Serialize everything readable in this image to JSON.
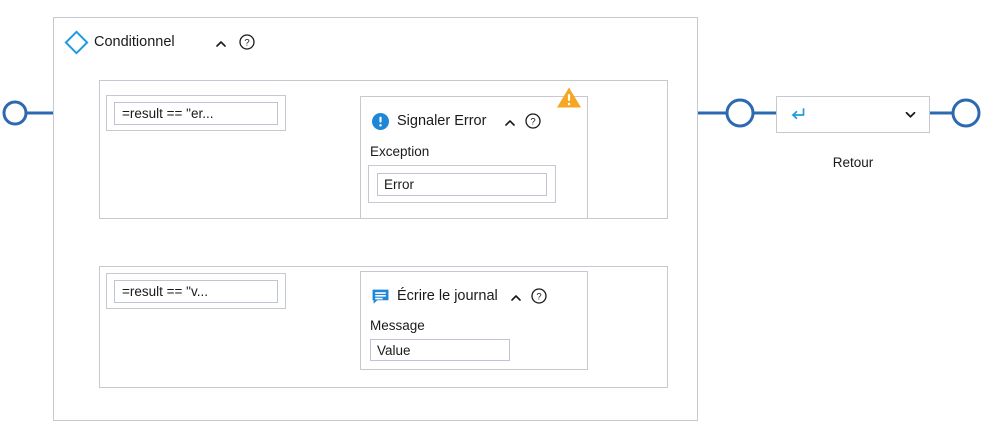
{
  "scope": {
    "icon": "diamond-icon",
    "title": "Conditionnel",
    "collapse_icon": "chevron-up-icon",
    "help_icon": "help-circle-icon"
  },
  "branches": [
    {
      "condition": {
        "value": "=result == \"er...",
        "placeholder": "=result == \"er..."
      },
      "activity": {
        "icon": "error-circle-icon",
        "title": "Signaler Error",
        "collapse_icon": "chevron-up-icon",
        "help_icon": "help-circle-icon",
        "warning_icon": "warning-triangle-icon",
        "field_label": "Exception",
        "field_value": "Error",
        "field_placeholder": "Error"
      }
    },
    {
      "condition": {
        "value": "=result == \"v...",
        "placeholder": "=result == \"v..."
      },
      "activity": {
        "icon": "message-bubble-icon",
        "title": "Écrire le journal",
        "collapse_icon": "chevron-up-icon",
        "help_icon": "help-circle-icon",
        "field_label": "Message",
        "field_value": "Value",
        "field_placeholder": "Value"
      }
    }
  ],
  "return_node": {
    "icon": "return-arrow-icon",
    "dropdown_icon": "chevron-down-icon",
    "label": "Retour"
  },
  "colors": {
    "wire": "#2d68b2",
    "accent_blue": "#1f9bde",
    "icon_blue": "#1e88d6",
    "warning": "#f5a623",
    "border": "#c8c8d0",
    "input_border": "#bfc4d4",
    "text": "#1a1a1a",
    "background": "#ffffff"
  }
}
